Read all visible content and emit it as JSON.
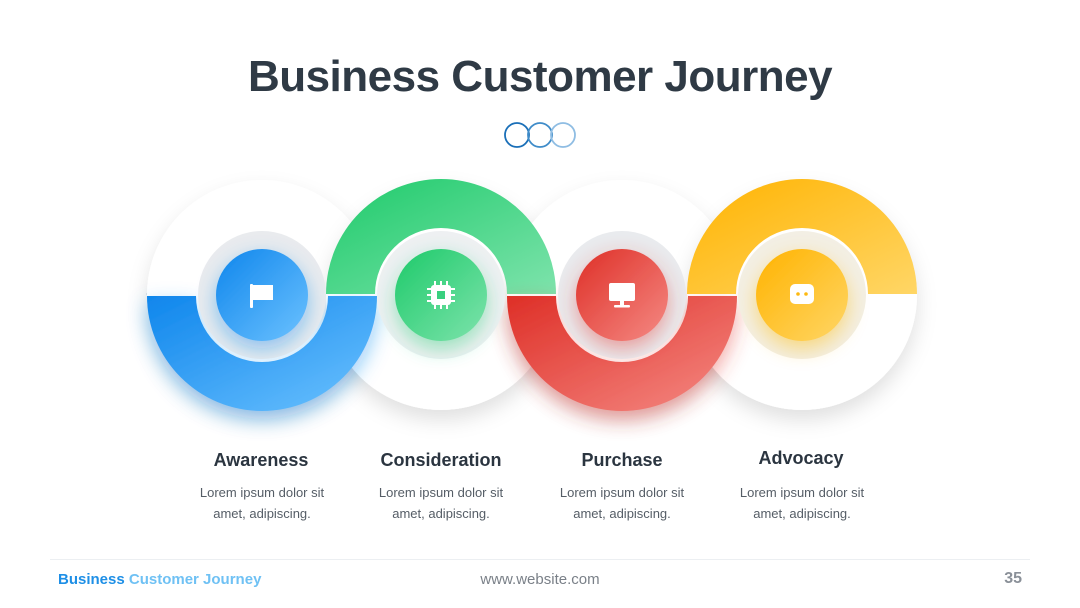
{
  "title": "Business Customer Journey",
  "colors": {
    "awareness": "#1a8ef0",
    "consideration": "#2ecf78",
    "purchase": "#e43d35",
    "advocacy": "#fdb911",
    "title": "#2f3a45"
  },
  "steps": [
    {
      "title": "Awareness",
      "desc_line1": "Lorem ipsum dolor sit",
      "desc_line2": "amet, adipiscing.",
      "icon": "flag-icon"
    },
    {
      "title": "Consideration",
      "desc_line1": "Lorem ipsum dolor sit",
      "desc_line2": "amet, adipiscing.",
      "icon": "chip-icon"
    },
    {
      "title": "Purchase",
      "desc_line1": "Lorem ipsum dolor sit",
      "desc_line2": "amet, adipiscing.",
      "icon": "monitor-icon"
    },
    {
      "title": "Advocacy",
      "desc_line1": "Lorem ipsum dolor sit",
      "desc_line2": "amet, adipiscing.",
      "icon": "chat-bubble-icon"
    }
  ],
  "footer": {
    "brand_part1": "Business",
    "brand_part2": "Customer Journey",
    "website": "www.website.com",
    "page_number": "35"
  }
}
